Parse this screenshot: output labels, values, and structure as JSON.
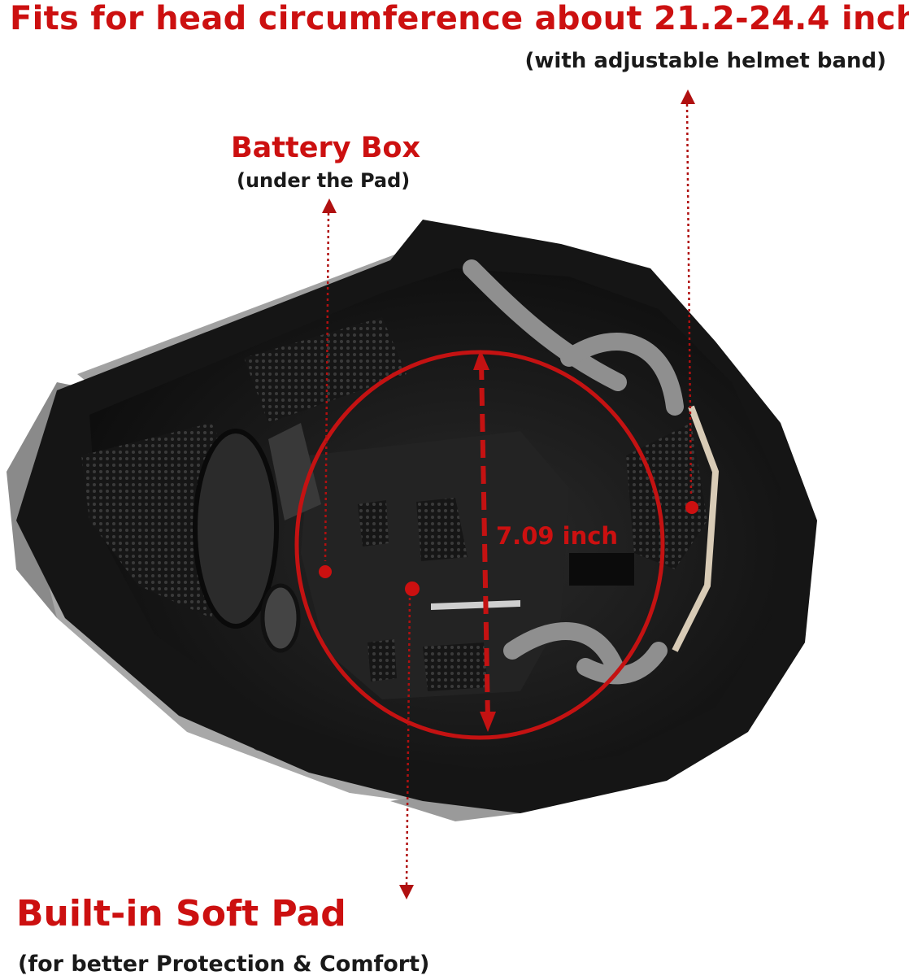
{
  "headline": "Fits for head circumference about 21.2-24.4 inch",
  "headline_sub": "(with adjustable helmet band)",
  "battery_box": {
    "title": "Battery Box",
    "subtitle": "(under the Pad)"
  },
  "soft_pad": {
    "title": "Built-in Soft Pad",
    "subtitle": "(for better Protection & Comfort)"
  },
  "measurement": "7.09 inch",
  "colors": {
    "accent_red": "#cc1010",
    "text_dark": "#1a1a1a",
    "shell_grey": "#b8b8b8",
    "liner_black": "#1c1c1c"
  },
  "icons": [
    "arrow-up-icon",
    "arrow-down-icon",
    "dot-marker-icon"
  ]
}
